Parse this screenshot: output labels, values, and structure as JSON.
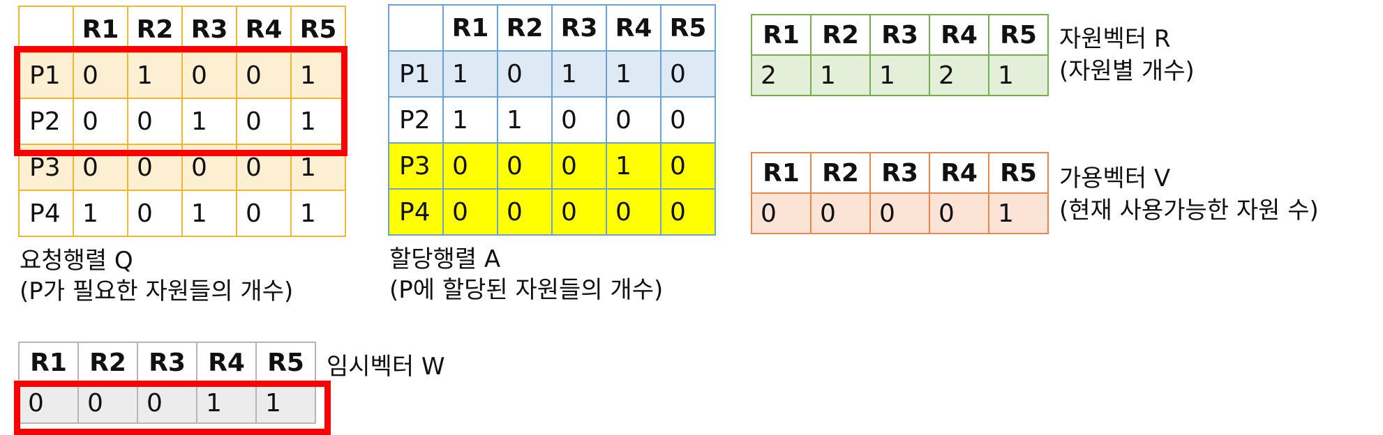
{
  "q_matrix": {
    "headers": [
      "R1",
      "R2",
      "R3",
      "R4",
      "R5"
    ],
    "rows": [
      {
        "label": "P1",
        "values": [
          "0",
          "1",
          "0",
          "0",
          "1"
        ]
      },
      {
        "label": "P2",
        "values": [
          "0",
          "0",
          "1",
          "0",
          "1"
        ]
      },
      {
        "label": "P3",
        "values": [
          "0",
          "0",
          "0",
          "0",
          "1"
        ]
      },
      {
        "label": "P4",
        "values": [
          "1",
          "0",
          "1",
          "0",
          "1"
        ]
      }
    ],
    "caption1": "요청행렬 Q",
    "caption2": "(P가 필요한 자원들의 개수)"
  },
  "a_matrix": {
    "headers": [
      "R1",
      "R2",
      "R3",
      "R4",
      "R5"
    ],
    "rows": [
      {
        "label": "P1",
        "values": [
          "1",
          "0",
          "1",
          "1",
          "0"
        ]
      },
      {
        "label": "P2",
        "values": [
          "1",
          "1",
          "0",
          "0",
          "0"
        ]
      },
      {
        "label": "P3",
        "values": [
          "0",
          "0",
          "0",
          "1",
          "0"
        ]
      },
      {
        "label": "P4",
        "values": [
          "0",
          "0",
          "0",
          "0",
          "0"
        ]
      }
    ],
    "caption1": "할당행렬 A",
    "caption2": "(P에 할당된 자원들의 개수)"
  },
  "r_vector": {
    "headers": [
      "R1",
      "R2",
      "R3",
      "R4",
      "R5"
    ],
    "values": [
      "2",
      "1",
      "1",
      "2",
      "1"
    ],
    "caption1": "자원벡터 R",
    "caption2": "(자원별 개수)"
  },
  "v_vector": {
    "headers": [
      "R1",
      "R2",
      "R3",
      "R4",
      "R5"
    ],
    "values": [
      "0",
      "0",
      "0",
      "0",
      "1"
    ],
    "caption1": "가용벡터 V",
    "caption2": "(현재 사용가능한 자원 수)"
  },
  "w_vector": {
    "headers": [
      "R1",
      "R2",
      "R3",
      "R4",
      "R5"
    ],
    "values": [
      "0",
      "0",
      "0",
      "1",
      "1"
    ],
    "caption1": "임시벡터 W"
  },
  "colors": {
    "q_border": "#f2b531",
    "q_fill": "#fcefd2",
    "a_border": "#6aa2d4",
    "a_fill": "#dde9f5",
    "a_highlight": "#ffff00",
    "r_border": "#73ae4f",
    "r_fill": "#e3efd9",
    "v_border": "#ea8649",
    "v_fill": "#fbe4d6",
    "w_border": "#b5b5b5",
    "w_fill": "#ececec",
    "highlight_box": "#ff0000"
  }
}
